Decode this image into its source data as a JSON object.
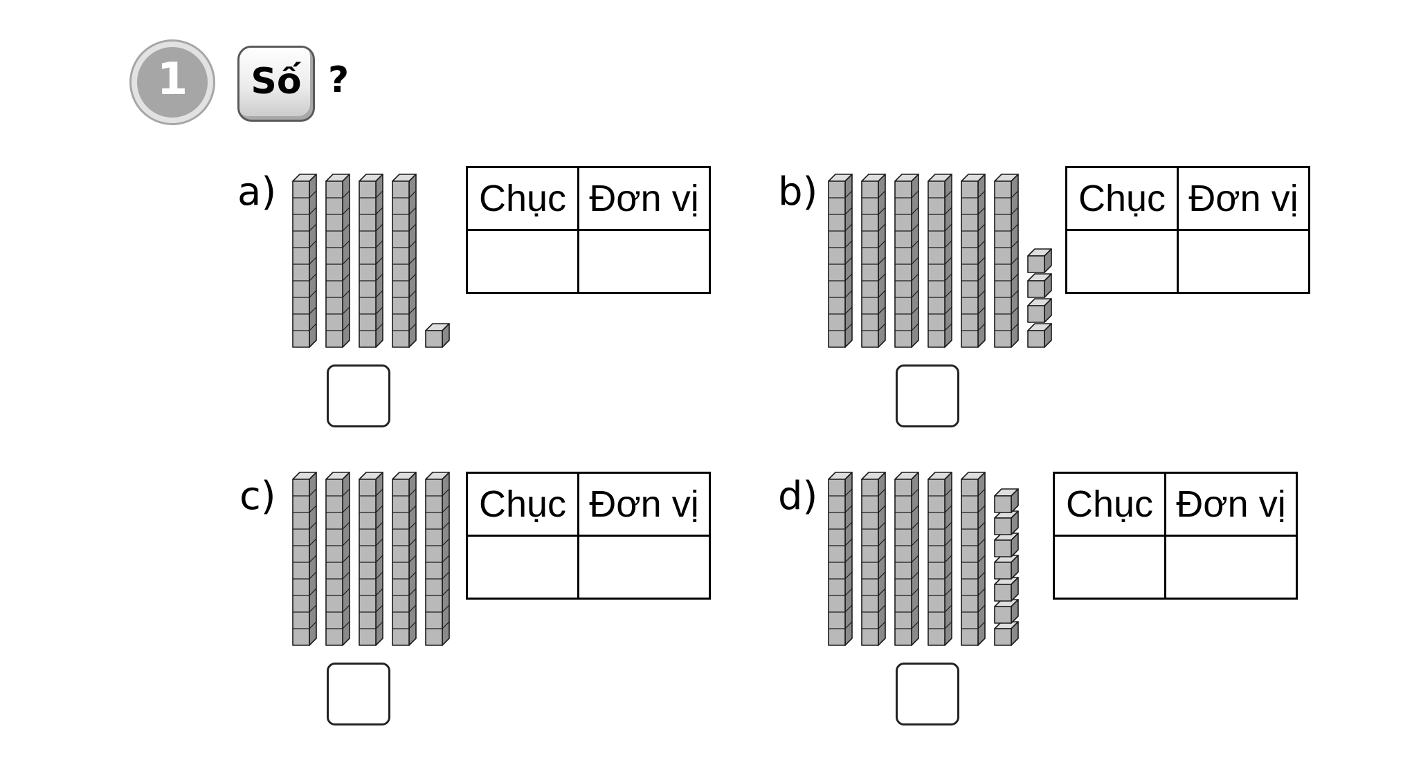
{
  "header": {
    "number": "1",
    "instruction_label": "Số",
    "question_mark": "?"
  },
  "table_headers": {
    "tens": "Chục",
    "ones": "Đơn vị"
  },
  "parts": [
    {
      "label": "a)",
      "tens": 4,
      "ones": 1
    },
    {
      "label": "b)",
      "tens": 6,
      "ones": 4
    },
    {
      "label": "c)",
      "tens": 5,
      "ones": 0
    },
    {
      "label": "d)",
      "tens": 5,
      "ones": 7
    }
  ],
  "colors": {
    "cube_front": "#b9b9b9",
    "cube_top": "#dedede",
    "cube_side": "#8a8a8a",
    "line": "#1a1a1a"
  },
  "icons": {
    "rod": "ten-rod-block-icon",
    "cube": "unit-cube-block-icon"
  }
}
